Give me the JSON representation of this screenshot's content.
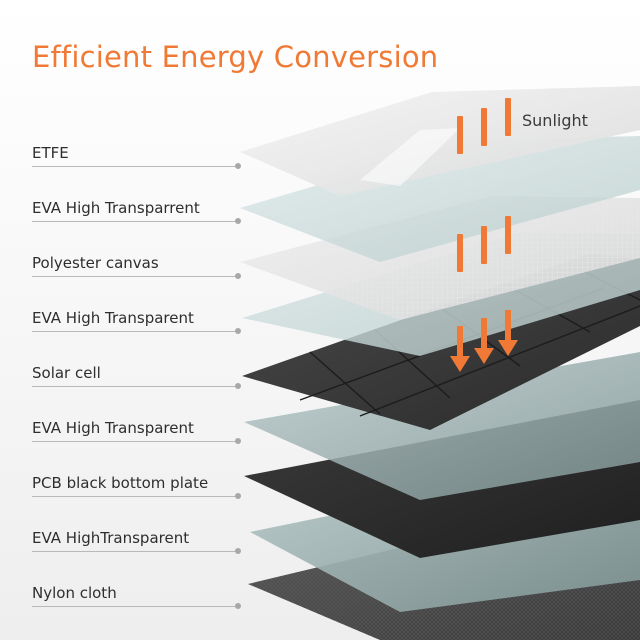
{
  "title": "Efficient Energy Conversion",
  "sunlight_label": "Sunlight",
  "accent_color": "#f07a35",
  "layers": [
    {
      "label": "ETFE"
    },
    {
      "label": "EVA High Transparrent"
    },
    {
      "label": "Polyester canvas"
    },
    {
      "label": "EVA High Transparent"
    },
    {
      "label": "Solar cell"
    },
    {
      "label": "EVA High Transparent"
    },
    {
      "label": "PCB black bottom plate"
    },
    {
      "label": "EVA HighTransparent"
    },
    {
      "label": "Nylon cloth"
    }
  ],
  "icons": {
    "sun_rays": "sunlight-ray-icon",
    "arrows": "down-arrow-icon"
  }
}
